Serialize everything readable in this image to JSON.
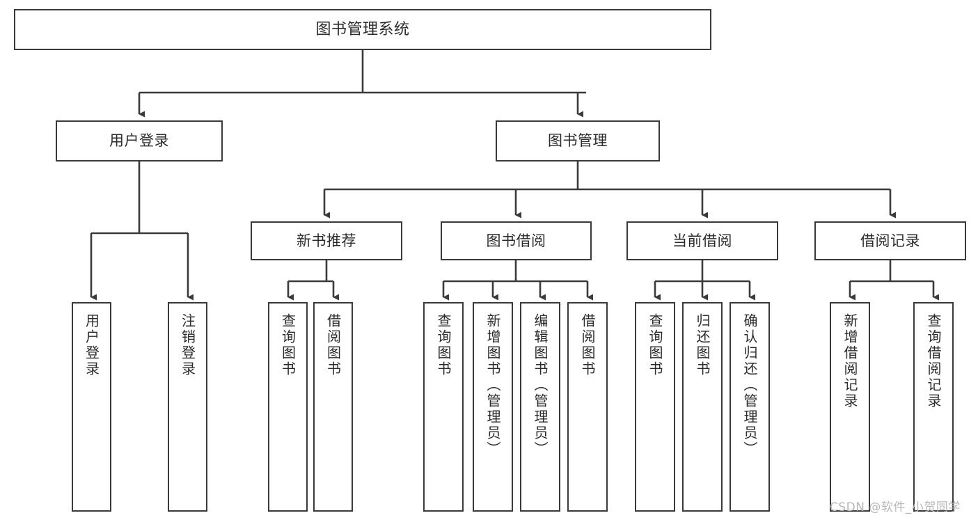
{
  "diagram": {
    "title_node": {
      "label": "图书管理系统"
    },
    "level2": [
      {
        "label": "用户登录"
      },
      {
        "label": "图书管理"
      }
    ],
    "level3": [
      {
        "label": "新书推荐"
      },
      {
        "label": "图书借阅"
      },
      {
        "label": "当前借阅"
      },
      {
        "label": "借阅记录"
      }
    ],
    "leaves": {
      "user_login": [
        {
          "label": "用户登录"
        },
        {
          "label": "注销登录"
        }
      ],
      "new_book_recommend": [
        {
          "label": "查询图书"
        },
        {
          "label": "借阅图书"
        }
      ],
      "book_borrow": [
        {
          "label": "查询图书"
        },
        {
          "label": "新增图书（管理员）"
        },
        {
          "label": "编辑图书（管理员）"
        },
        {
          "label": "借阅图书"
        }
      ],
      "current_borrow": [
        {
          "label": "查询图书"
        },
        {
          "label": "归还图书"
        },
        {
          "label": "确认归还（管理员）"
        }
      ],
      "borrow_record": [
        {
          "label": "新增借阅记录"
        },
        {
          "label": "查询借阅记录"
        }
      ]
    }
  },
  "watermark": {
    "text": "CSDN @软件_小贺同学"
  },
  "colors": {
    "stroke": "#3a3a3a",
    "text": "#2b2b2b",
    "background": "#ffffff",
    "watermark": "#b6b6b6"
  }
}
